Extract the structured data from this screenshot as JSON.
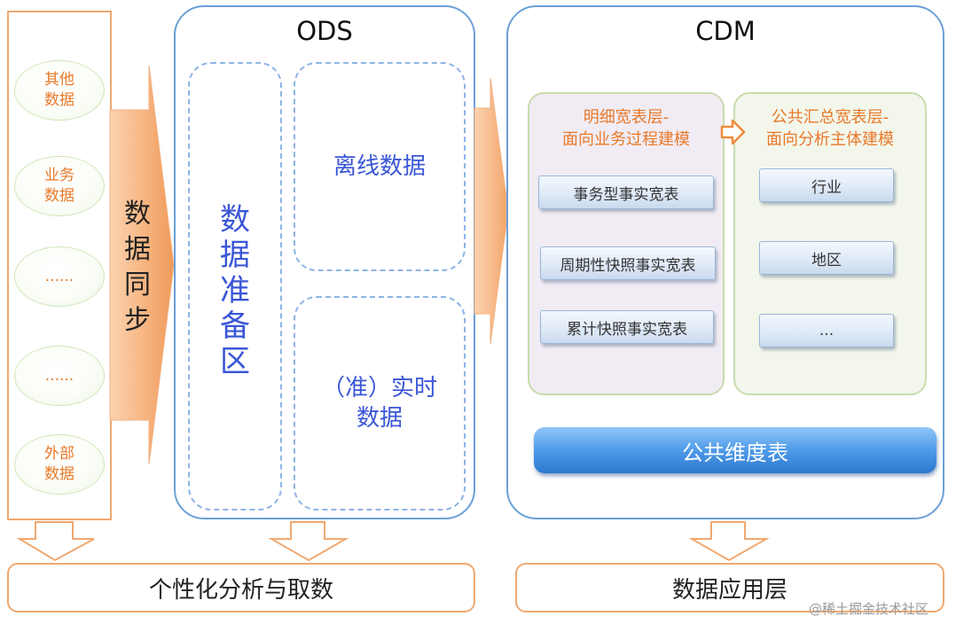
{
  "sources": {
    "items": [
      {
        "label": "其他\n数据"
      },
      {
        "label": "业务\n数据"
      },
      {
        "label": "......"
      },
      {
        "label": "......"
      },
      {
        "label": "外部\n数据"
      }
    ]
  },
  "sync_label": "数\n据\n同\n步",
  "ods": {
    "title": "ODS",
    "prep_area": "数\n据\n准\n备\n区",
    "offline": "离线数据",
    "realtime": "（准）实时\n数据"
  },
  "cdm": {
    "title": "CDM",
    "detail_layer": {
      "title": "明细宽表层-\n面向业务过程建模",
      "items": [
        "事务型事实宽表",
        "周期性快照事实宽表",
        "累计快照事实宽表"
      ]
    },
    "summary_layer": {
      "title": "公共汇总宽表层-\n面向分析主体建模",
      "items": [
        "行业",
        "地区",
        "..."
      ]
    },
    "dimension_table": "公共维度表"
  },
  "bottom": {
    "left": "个性化分析与取数",
    "right": "数据应用层"
  },
  "watermark": "@稀土掘金技术社区",
  "colors": {
    "orange_border": "#f0a870",
    "orange_text": "#e8792a",
    "blue_border": "#6aa0d8",
    "blue_text": "#3a56d6",
    "dimension_bar": "#4f9be9"
  }
}
